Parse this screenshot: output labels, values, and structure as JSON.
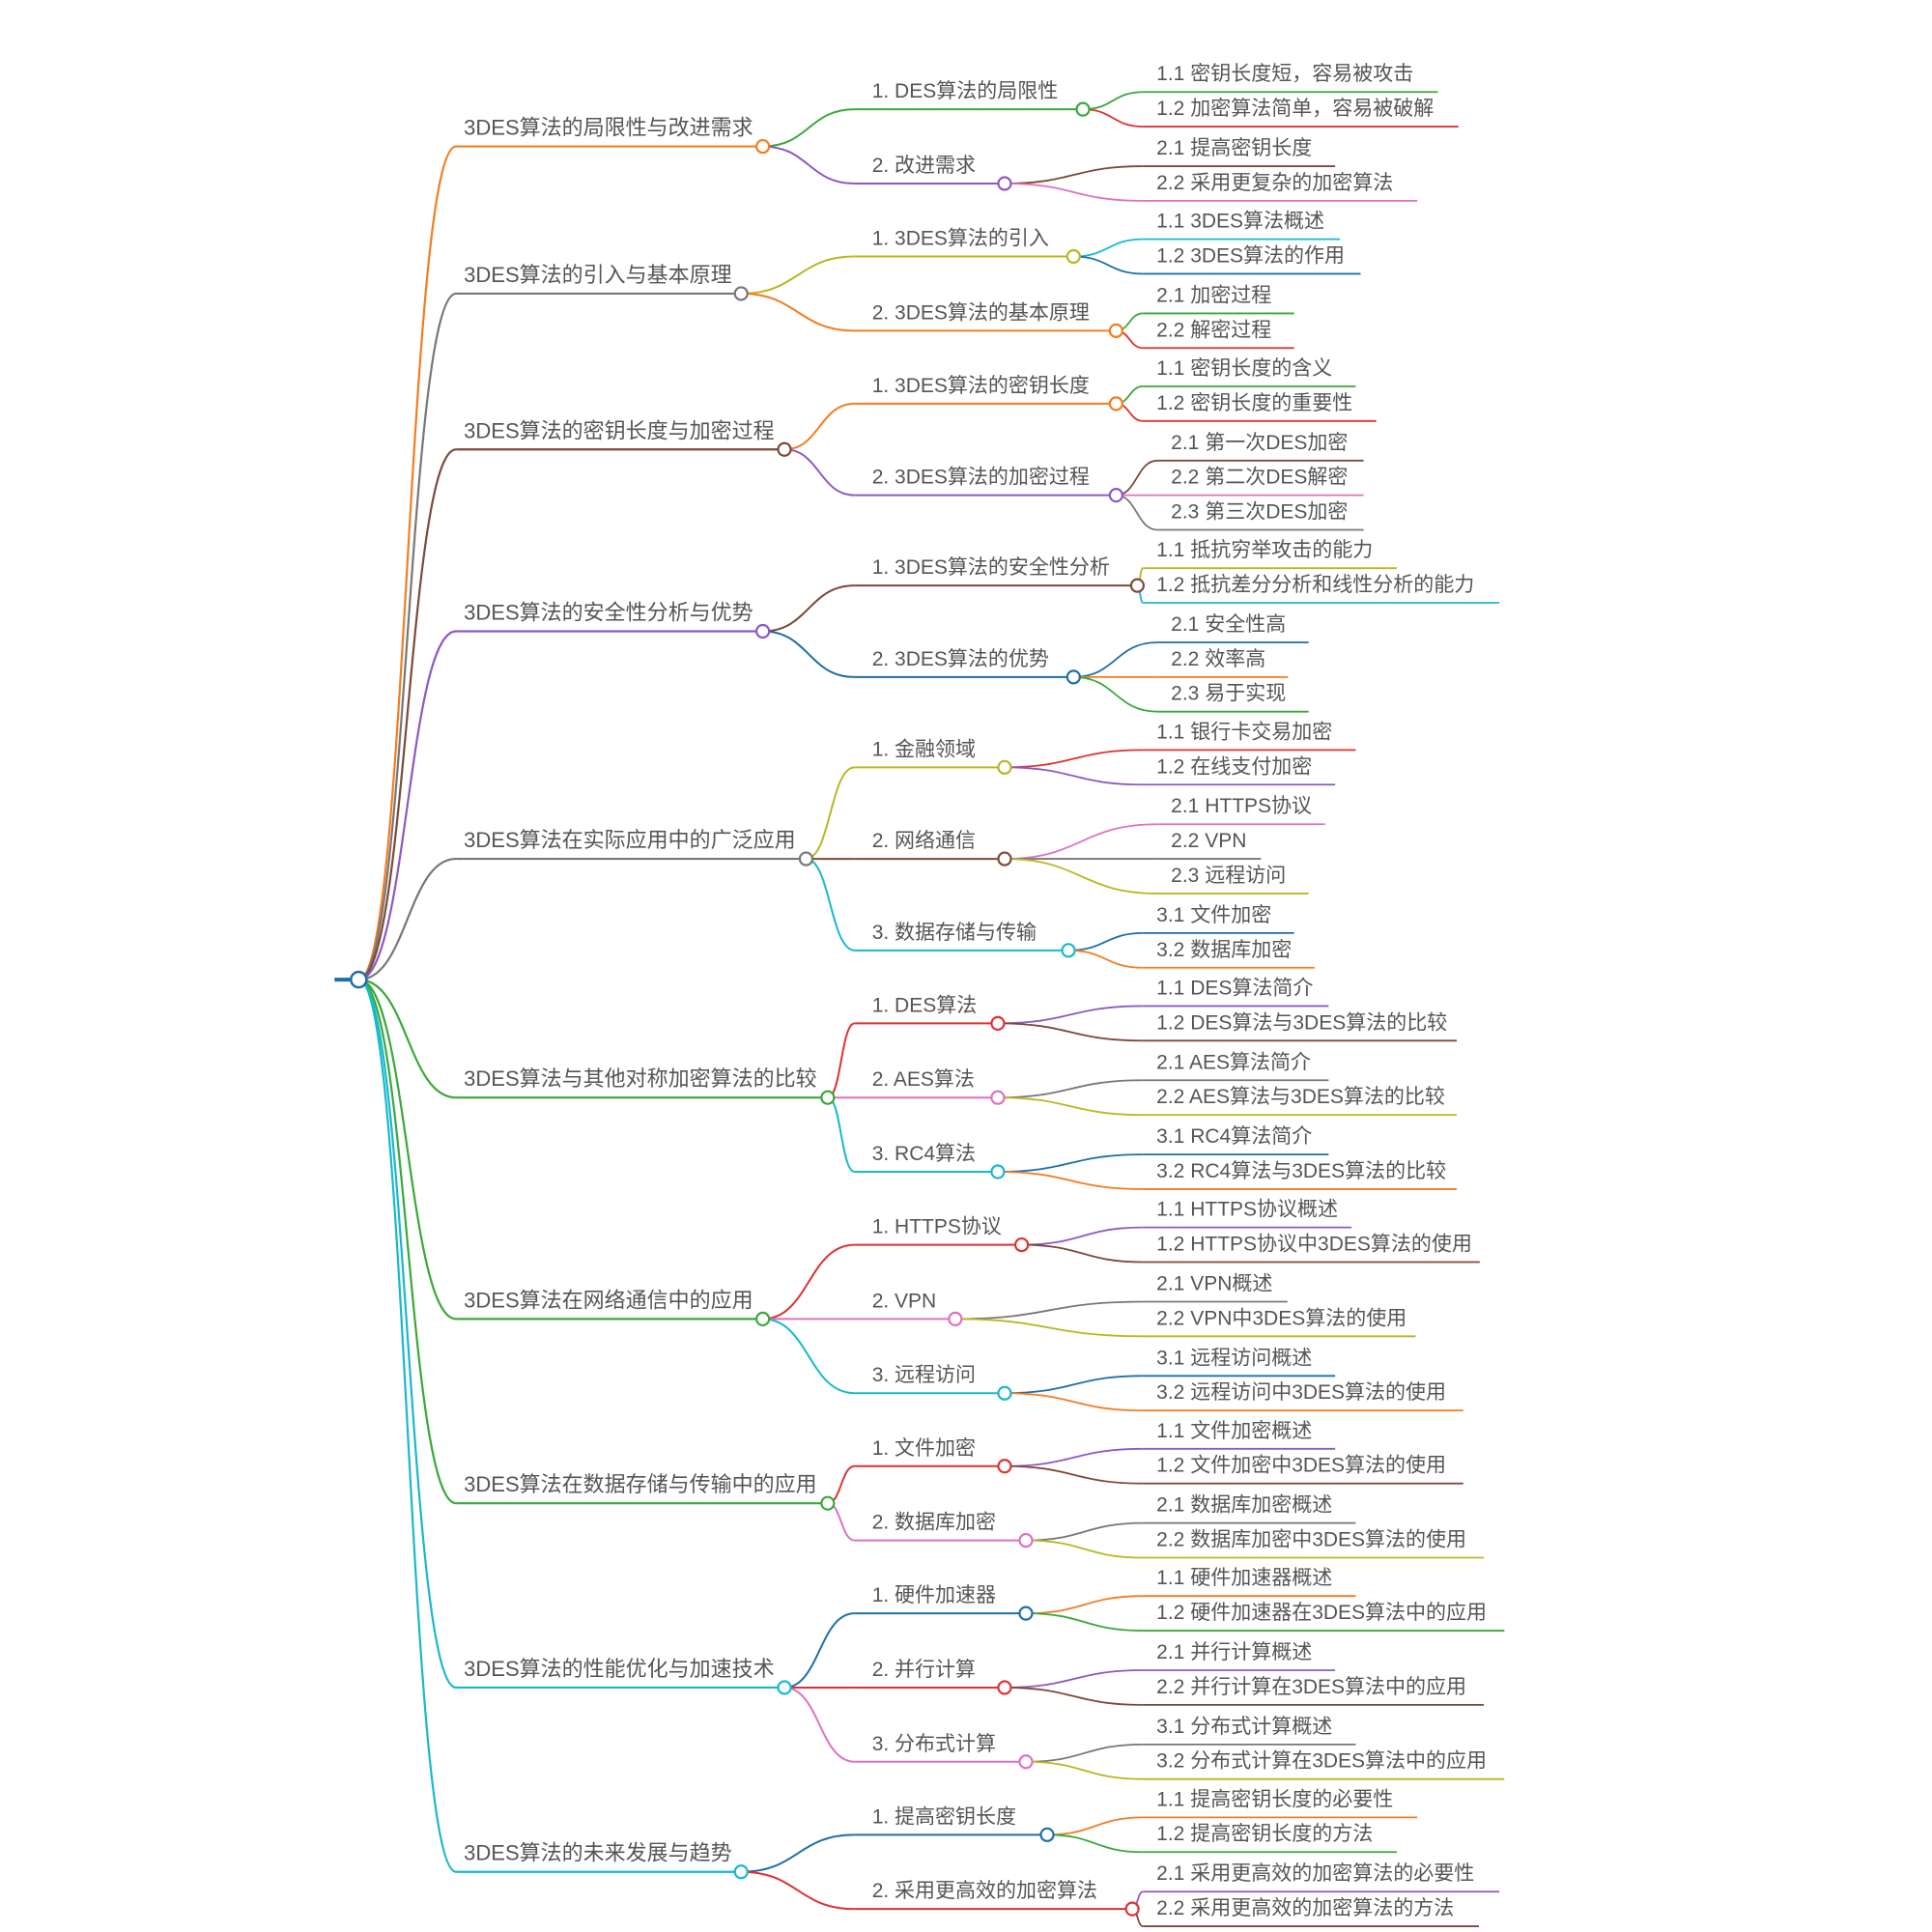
{
  "colors": [
    "#f47c20",
    "#777777",
    "#7b4a3a",
    "#8e58c4",
    "#1d6fa8",
    "#3aa83a",
    "#b8b820",
    "#e03030",
    "#e070c0",
    "#18b8cc"
  ],
  "root_color": "#1d6fa8",
  "branches": [
    {
      "label": "3DES算法的局限性与改进需求",
      "color": 0,
      "children": [
        {
          "label": "1. DES算法的局限性",
          "color": 5,
          "children": [
            {
              "label": "1.1 密钥长度短，容易被攻击",
              "color": 5
            },
            {
              "label": "1.2 加密算法简单，容易被破解",
              "color": 7
            }
          ]
        },
        {
          "label": "2. 改进需求",
          "color": 3,
          "children": [
            {
              "label": "2.1 提高密钥长度",
              "color": 2
            },
            {
              "label": "2.2 采用更复杂的加密算法",
              "color": 8
            }
          ]
        }
      ]
    },
    {
      "label": "3DES算法的引入与基本原理",
      "color": 1,
      "children": [
        {
          "label": "1. 3DES算法的引入",
          "color": 6,
          "children": [
            {
              "label": "1.1 3DES算法概述",
              "color": 9
            },
            {
              "label": "1.2 3DES算法的作用",
              "color": 4
            }
          ]
        },
        {
          "label": "2. 3DES算法的基本原理",
          "color": 0,
          "children": [
            {
              "label": "2.1 加密过程",
              "color": 5
            },
            {
              "label": "2.2 解密过程",
              "color": 7
            }
          ]
        }
      ]
    },
    {
      "label": "3DES算法的密钥长度与加密过程",
      "color": 2,
      "children": [
        {
          "label": "1. 3DES算法的密钥长度",
          "color": 0,
          "children": [
            {
              "label": "1.1 密钥长度的含义",
              "color": 5
            },
            {
              "label": "1.2 密钥长度的重要性",
              "color": 7
            }
          ]
        },
        {
          "label": "2. 3DES算法的加密过程",
          "color": 3,
          "children": [
            {
              "label": "2.1 第一次DES加密",
              "color": 2
            },
            {
              "label": "2.2 第二次DES解密",
              "color": 8
            },
            {
              "label": "2.3 第三次DES加密",
              "color": 1
            }
          ]
        }
      ]
    },
    {
      "label": "3DES算法的安全性分析与优势",
      "color": 3,
      "children": [
        {
          "label": "1. 3DES算法的安全性分析",
          "color": 2,
          "children": [
            {
              "label": "1.1 抵抗穷举攻击的能力",
              "color": 6
            },
            {
              "label": "1.2 抵抗差分分析和线性分析的能力",
              "color": 9
            }
          ]
        },
        {
          "label": "2. 3DES算法的优势",
          "color": 4,
          "children": [
            {
              "label": "2.1 安全性高",
              "color": 4
            },
            {
              "label": "2.2 效率高",
              "color": 0
            },
            {
              "label": "2.3 易于实现",
              "color": 5
            }
          ]
        }
      ]
    },
    {
      "label": "3DES算法在实际应用中的广泛应用",
      "color": 1,
      "children": [
        {
          "label": "1. 金融领域",
          "color": 6,
          "children": [
            {
              "label": "1.1 银行卡交易加密",
              "color": 7
            },
            {
              "label": "1.2 在线支付加密",
              "color": 3
            }
          ]
        },
        {
          "label": "2. 网络通信",
          "color": 2,
          "children": [
            {
              "label": "2.1 HTTPS协议",
              "color": 8
            },
            {
              "label": "2.2 VPN",
              "color": 1
            },
            {
              "label": "2.3 远程访问",
              "color": 6
            }
          ]
        },
        {
          "label": "3. 数据存储与传输",
          "color": 9,
          "children": [
            {
              "label": "3.1 文件加密",
              "color": 4
            },
            {
              "label": "3.2 数据库加密",
              "color": 0
            }
          ]
        }
      ]
    },
    {
      "label": "3DES算法与其他对称加密算法的比较",
      "color": 5,
      "children": [
        {
          "label": "1. DES算法",
          "color": 7,
          "children": [
            {
              "label": "1.1 DES算法简介",
              "color": 3
            },
            {
              "label": "1.2 DES算法与3DES算法的比较",
              "color": 2
            }
          ]
        },
        {
          "label": "2. AES算法",
          "color": 8,
          "children": [
            {
              "label": "2.1 AES算法简介",
              "color": 1
            },
            {
              "label": "2.2 AES算法与3DES算法的比较",
              "color": 6
            }
          ]
        },
        {
          "label": "3. RC4算法",
          "color": 9,
          "children": [
            {
              "label": "3.1 RC4算法简介",
              "color": 4
            },
            {
              "label": "3.2 RC4算法与3DES算法的比较",
              "color": 0
            }
          ]
        }
      ]
    },
    {
      "label": "3DES算法在网络通信中的应用",
      "color": 5,
      "children": [
        {
          "label": "1. HTTPS协议",
          "color": 7,
          "children": [
            {
              "label": "1.1 HTTPS协议概述",
              "color": 3
            },
            {
              "label": "1.2 HTTPS协议中3DES算法的使用",
              "color": 2
            }
          ]
        },
        {
          "label": "2. VPN",
          "color": 8,
          "children": [
            {
              "label": "2.1 VPN概述",
              "color": 1
            },
            {
              "label": "2.2 VPN中3DES算法的使用",
              "color": 6
            }
          ]
        },
        {
          "label": "3. 远程访问",
          "color": 9,
          "children": [
            {
              "label": "3.1 远程访问概述",
              "color": 4
            },
            {
              "label": "3.2 远程访问中3DES算法的使用",
              "color": 0
            }
          ]
        }
      ]
    },
    {
      "label": "3DES算法在数据存储与传输中的应用",
      "color": 5,
      "children": [
        {
          "label": "1. 文件加密",
          "color": 7,
          "children": [
            {
              "label": "1.1 文件加密概述",
              "color": 3
            },
            {
              "label": "1.2 文件加密中3DES算法的使用",
              "color": 2
            }
          ]
        },
        {
          "label": "2. 数据库加密",
          "color": 8,
          "children": [
            {
              "label": "2.1 数据库加密概述",
              "color": 1
            },
            {
              "label": "2.2 数据库加密中3DES算法的使用",
              "color": 6
            }
          ]
        }
      ]
    },
    {
      "label": "3DES算法的性能优化与加速技术",
      "color": 9,
      "children": [
        {
          "label": "1. 硬件加速器",
          "color": 4,
          "children": [
            {
              "label": "1.1 硬件加速器概述",
              "color": 0
            },
            {
              "label": "1.2 硬件加速器在3DES算法中的应用",
              "color": 5
            }
          ]
        },
        {
          "label": "2. 并行计算",
          "color": 7,
          "children": [
            {
              "label": "2.1 并行计算概述",
              "color": 3
            },
            {
              "label": "2.2 并行计算在3DES算法中的应用",
              "color": 2
            }
          ]
        },
        {
          "label": "3. 分布式计算",
          "color": 8,
          "children": [
            {
              "label": "3.1 分布式计算概述",
              "color": 1
            },
            {
              "label": "3.2 分布式计算在3DES算法中的应用",
              "color": 6
            }
          ]
        }
      ]
    },
    {
      "label": "3DES算法的未来发展与趋势",
      "color": 9,
      "children": [
        {
          "label": "1. 提高密钥长度",
          "color": 4,
          "children": [
            {
              "label": "1.1 提高密钥长度的必要性",
              "color": 0
            },
            {
              "label": "1.2 提高密钥长度的方法",
              "color": 5
            }
          ]
        },
        {
          "label": "2. 采用更高效的加密算法",
          "color": 7,
          "children": [
            {
              "label": "2.1 采用更高效的加密算法的必要性",
              "color": 3
            },
            {
              "label": "2.2 采用更高效的加密算法的方法",
              "color": 2
            }
          ]
        }
      ]
    }
  ]
}
